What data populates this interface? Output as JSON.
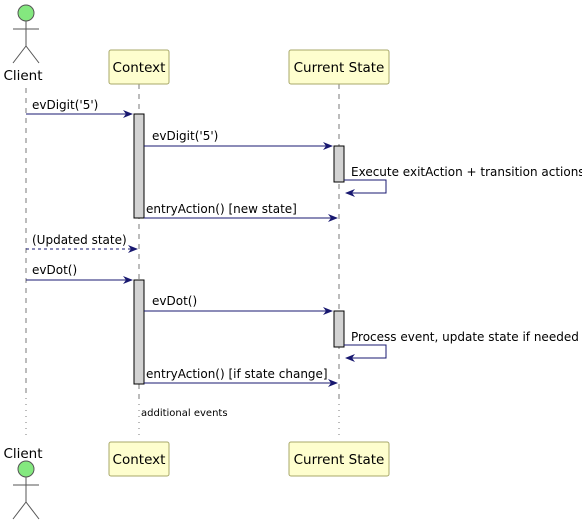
{
  "participants": {
    "client": "Client",
    "context": "Context",
    "current_state": "Current State"
  },
  "messages": [
    "evDigit('5')",
    "evDigit('5')",
    "Execute exitAction + transition actions",
    "entryAction() [new state]",
    "(Updated state)",
    "evDot()",
    "evDot()",
    "Process event, update state if needed",
    "entryAction() [if state change]"
  ],
  "note": "additional events",
  "colors": {
    "actor_head": "#84e87f",
    "participant_fill": "#fefece",
    "participant_border": "#a8a86a",
    "arrow": "#181870",
    "activation_fill": "#d3d3d3",
    "lifeline": "#7a7a7a"
  }
}
